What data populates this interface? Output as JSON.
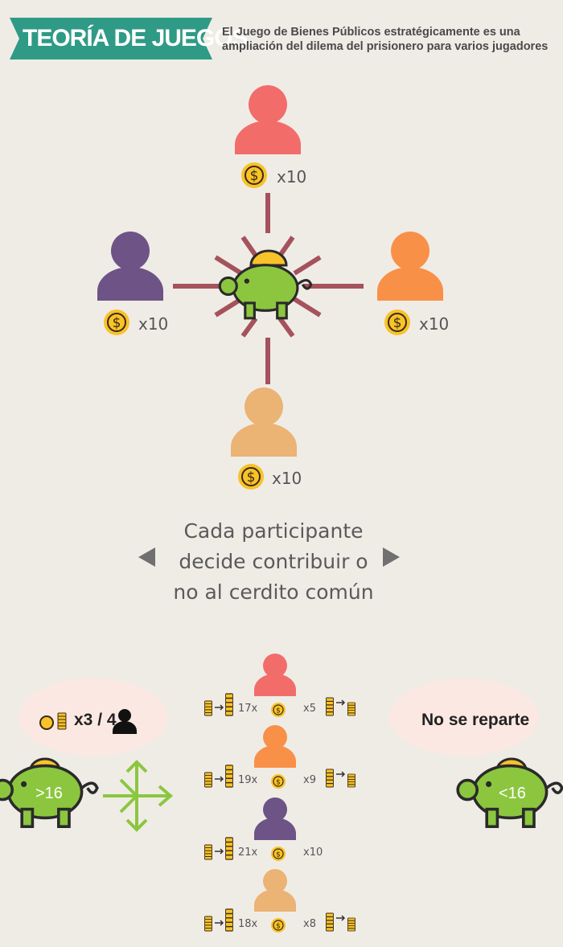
{
  "header": {
    "title": "TEORÍA DE JUEGOS",
    "subtitle_line1": "El Juego de Bienes Públicos estratégicamente es una",
    "subtitle_line2": "ampliación del dilema del prisionero para varios jugadores"
  },
  "colors": {
    "red": "#f26d6a",
    "purple": "#6e5386",
    "orange": "#f99048",
    "tan": "#ebb374",
    "green": "#8cc63f",
    "gold": "#f8c22a",
    "ray": "#a5525c",
    "teal": "#2f9a85"
  },
  "players": [
    {
      "name": "red",
      "coins": "x10"
    },
    {
      "name": "purple",
      "coins": "x10"
    },
    {
      "name": "orange",
      "coins": "x10"
    },
    {
      "name": "tan",
      "coins": "x10"
    }
  ],
  "center_text": {
    "line1": "Cada participante",
    "line2": "decide contribuir o",
    "line3": "no al cerdito común"
  },
  "left_bubble": {
    "text": "x3 / 4"
  },
  "right_bubble": {
    "text": "No se reparte"
  },
  "left_pig": {
    "label": ">16"
  },
  "right_pig": {
    "label": "<16"
  },
  "rows": [
    {
      "left": "17x",
      "right": "x5"
    },
    {
      "left": "19x",
      "right": "x9"
    },
    {
      "left": "21x",
      "right": "x10"
    },
    {
      "left": "18x",
      "right": "x8"
    }
  ]
}
